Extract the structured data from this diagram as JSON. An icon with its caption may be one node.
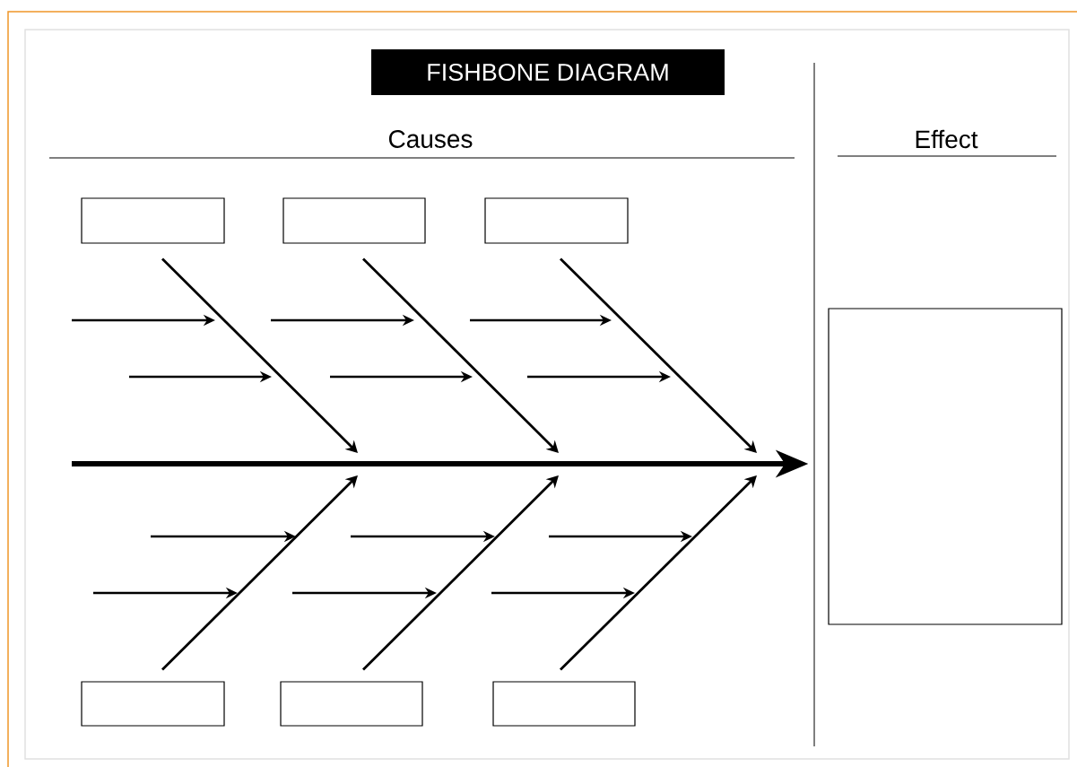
{
  "diagram": {
    "title": "FISHBONE DIAGRAM",
    "nodes": [
      {
        "text": [],
        "shape": "box"
      },
      {
        "text": [],
        "shape": "box"
      },
      {
        "text": [],
        "shape": "box"
      },
      {
        "text": [],
        "shape": "box"
      },
      {
        "text": [],
        "shape": "box"
      },
      {
        "text": [],
        "shape": "box"
      },
      {
        "text": [],
        "shape": "box"
      }
    ],
    "edges": [
      {
        "from": null,
        "to": 3,
        "arrow": "to",
        "style": "thick"
      },
      {
        "from": 0,
        "to": null,
        "arrow": "to"
      },
      {
        "from": 1,
        "to": null,
        "arrow": "to"
      },
      {
        "from": 2,
        "to": null,
        "arrow": "to"
      },
      {
        "from": 4,
        "to": null,
        "arrow": "to"
      },
      {
        "from": 5,
        "to": null,
        "arrow": "to"
      },
      {
        "from": 6,
        "to": null,
        "arrow": "to"
      }
    ],
    "labels": [
      "Causes",
      "Effect"
    ]
  }
}
